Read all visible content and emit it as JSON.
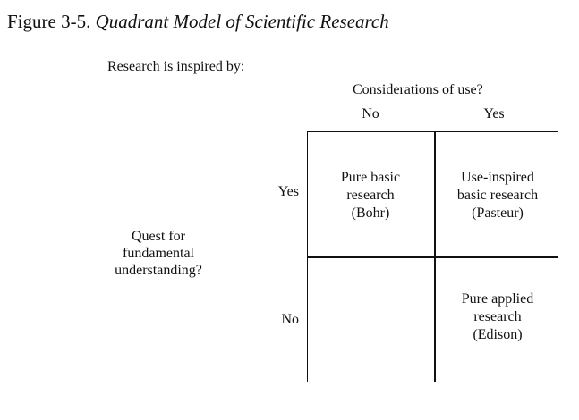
{
  "figure": {
    "label": "Figure 3-5.",
    "title": "Quadrant Model of Scientific Research"
  },
  "intro": "Research is inspired by:",
  "columns": {
    "heading": "Considerations of use?",
    "no": "No",
    "yes": "Yes"
  },
  "rows": {
    "heading_lines": [
      "Quest for",
      "fundamental",
      "understanding?"
    ],
    "yes": "Yes",
    "no": "No"
  },
  "quadrants": {
    "top_left": {
      "lines": [
        "Pure basic",
        "research",
        "(Bohr)"
      ]
    },
    "top_right": {
      "lines": [
        "Use-inspired",
        "basic research",
        "(Pasteur)"
      ]
    },
    "bottom_left": {
      "lines": []
    },
    "bottom_right": {
      "lines": [
        "Pure applied",
        "research",
        "(Edison)"
      ]
    }
  }
}
